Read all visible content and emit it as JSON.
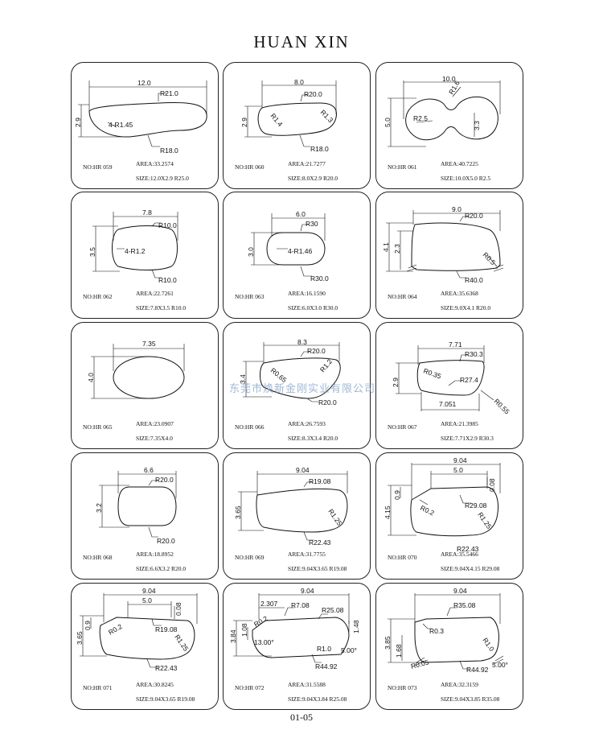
{
  "title": "HUAN   XIN",
  "watermark": "东莞市焕新金刚实业有限公司",
  "page_number": "01-05",
  "cards": [
    {
      "no": "NO:HR 059",
      "area": "AREA:33.2574",
      "size": "SIZE:12.0X2.9  R25.0",
      "labels": [
        "12.0",
        "R21.0",
        "2.9",
        "4-R1.45",
        "R18.0"
      ]
    },
    {
      "no": "NO:HR 060",
      "area": "AREA:21.7277",
      "size": "SIZE:8.0X2.9   R20.0",
      "labels": [
        "8.0",
        "R20.0",
        "2.9",
        "R1.4",
        "R1.3",
        "R18.0"
      ]
    },
    {
      "no": "NO:HR 061",
      "area": "AREA:40.7225",
      "size": "SIZE:10.0X5.0   R2.5",
      "labels": [
        "10.0",
        "R1.6",
        "5.0",
        "R2.5",
        "3.3"
      ]
    },
    {
      "no": "NO:HR 062",
      "area": "AREA:22.7261",
      "size": "SIZE:7.8X3.5  R10.0",
      "labels": [
        "7.8",
        "R10.0",
        "3.5",
        "4-R1.2",
        "R10.0"
      ]
    },
    {
      "no": "NO:HR 063",
      "area": "AREA:16.1590",
      "size": "SIZE:6.0X3.0  R30.0",
      "labels": [
        "6.0",
        "R30",
        "3.0",
        "4-R1.46",
        "R30.0"
      ]
    },
    {
      "no": "NO:HR 064",
      "area": "AREA:35.6368",
      "size": "SIZE:9.0X4.1    R20.0",
      "labels": [
        "9.0",
        "R20.0",
        "4.1",
        "2.3",
        "R0.5",
        "R40.0"
      ]
    },
    {
      "no": "NO:HR 065",
      "area": "AREA:23.0907",
      "size": "SIZE:7.35X4.0",
      "labels": [
        "7.35",
        "4.0"
      ]
    },
    {
      "no": "NO:HR 066",
      "area": "AREA:26.7593",
      "size": "SIZE:8.3X3.4    R20.0",
      "labels": [
        "8.3",
        "R20.0",
        "3.4",
        "R0.65",
        "R1.2",
        "R20.0"
      ]
    },
    {
      "no": "NO:HR 067",
      "area": "AREA:21.3985",
      "size": "SIZE:7.71X2.9   R30.3",
      "labels": [
        "7.71",
        "R30.3",
        "R0.35",
        "2.9",
        "R27.4",
        "7.051",
        "R0.55"
      ]
    },
    {
      "no": "NO:HR 068",
      "area": "AREA:18.8952",
      "size": "SIZE:6.6X3.2    R20.0",
      "labels": [
        "6.6",
        "R20.0",
        "3.2",
        "R20.0"
      ]
    },
    {
      "no": "NO:HR 069",
      "area": "AREA:31.7755",
      "size": "SIZE:9.04X3.65  R19.08",
      "labels": [
        "9.04",
        "R19.08",
        "3.65",
        "R1.25",
        "R22.43"
      ]
    },
    {
      "no": "NO:HR 070",
      "area": "AREA:35.5466",
      "size": "SIZE:9.04X4.15   R29.08",
      "labels": [
        "9.04",
        "5.0",
        "0.9",
        "0.08",
        "4.15",
        "R0.2",
        "R29.08",
        "R1.25",
        "R22.43"
      ]
    },
    {
      "no": "NO:HR 071",
      "area": "AREA:30.8245",
      "size": "SIZE:9.04X3.65   R19.08",
      "labels": [
        "9.04",
        "5.0",
        "0.08",
        "3.65",
        "0.9",
        "R0.2",
        "R19.08",
        "R1.25",
        "R22.43"
      ]
    },
    {
      "no": "NO:HR 072",
      "area": "AREA:31.5588",
      "size": "SIZE:9.04X3.84   R25.08",
      "labels": [
        "9.04",
        "2.307",
        "R7.08",
        "R25.08",
        "3.84",
        "1.08",
        "R0.2",
        "13.00°",
        "1.48",
        "R1.0",
        "5.00°",
        "R44.92"
      ]
    },
    {
      "no": "NO:HR 073",
      "area": "AREA:32.3159",
      "size": "SIZE:9.04X3.85  R35.08",
      "labels": [
        "9.04",
        "R35.08",
        "R0.3",
        "3.85",
        "1.68",
        "R1.0",
        "R0.05",
        "5.00°",
        "R44.92"
      ]
    }
  ]
}
